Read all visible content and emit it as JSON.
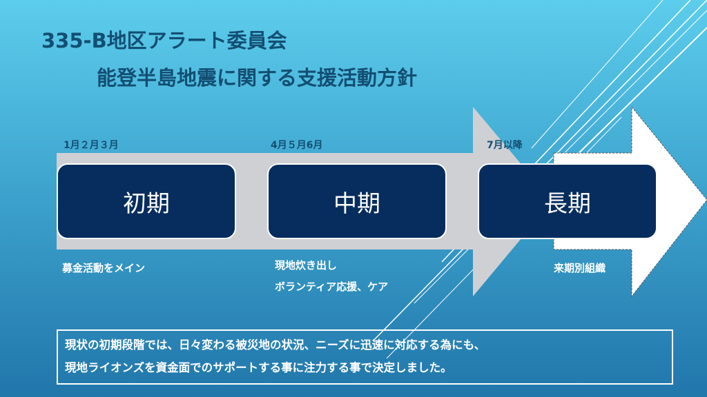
{
  "title_line1": "335-B地区アラート委員会",
  "title_line2": "能登半島地震に関する支援活動方針",
  "phases": [
    {
      "period": "1月２月３月",
      "label": "初期",
      "notes": [
        "募金活動をメイン"
      ]
    },
    {
      "period": "4月５月6月",
      "label": "中期",
      "notes": [
        "現地炊き出し",
        "ボランティア応援、ケア"
      ]
    },
    {
      "period": "7月以降",
      "label": "長期",
      "notes": [
        "来期別組織"
      ]
    }
  ],
  "summary": [
    "現状の初期段階では、日々変わる被災地の状況、ニーズに迅速に対応する為にも、",
    "現地ライオンズを資金面でのサポートする事に注力する事で決定しました。"
  ],
  "colors": {
    "box": "#062d5e",
    "title": "#134e73",
    "arrow_gray": "#cfd0d4"
  }
}
